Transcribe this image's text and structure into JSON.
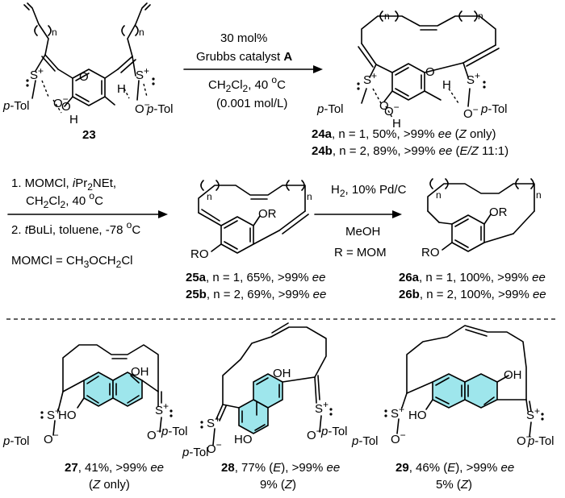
{
  "step1": {
    "reagent_line1": "30 mol%",
    "reagent_line2_prefix": "Grubbs catalyst ",
    "reagent_line2_catalyst": "A",
    "cond_solvent": "CH",
    "cond_sub2": "2",
    "cond_cl": "Cl",
    "cond_sub2b": "2",
    "cond_temp": ", 40 ",
    "cond_deg": "o",
    "cond_c": "C",
    "cond_conc": "(0.001 mol/L)"
  },
  "compound23": {
    "label": "23",
    "S": "S",
    "S_charge": "+",
    "O": "O",
    "O_charge": "−",
    "H": "H",
    "ptol": "p",
    "ptol_rest": "-Tol",
    "n": "n"
  },
  "compound24": {
    "O": "O",
    "H": "H",
    "S": "S",
    "n": "n",
    "ptol": "p",
    "ptol_rest": "-Tol",
    "line_a_id": "24a",
    "line_a_text": ", n = 1, 50%, >99% ",
    "line_a_ee": "ee",
    "line_a_tail1": " (",
    "line_a_z": "Z",
    "line_a_tail2": " only)",
    "line_b_id": "24b",
    "line_b_text": ", n = 2, 89%, >99% ",
    "line_b_ee": "ee",
    "line_b_tail1": " (",
    "line_b_ez": "E/Z",
    "line_b_tail2": " 11:1)"
  },
  "step2": {
    "l1_num": "1. MOMCl, ",
    "l1_ipr": "i",
    "l1_pr": "Pr",
    "l1_sub2": "2",
    "l1_net": "NEt,",
    "l2_ch": "CH",
    "l2_sub2": "2",
    "l2_cl": "Cl",
    "l2_sub2b": "2",
    "l2_temp": ", 40 ",
    "l2_deg": "o",
    "l2_c": "C",
    "l3_num": "2. ",
    "l3_t": "t",
    "l3_rest": "BuLi, toluene, -78 ",
    "l3_deg": "o",
    "l3_c": "C",
    "momcl_def": "MOMCl = CH",
    "momcl_sub3": "3",
    "momcl_och": "OCH",
    "momcl_sub2": "2",
    "momcl_cl": "Cl"
  },
  "compound25": {
    "OR": "OR",
    "RO": "RO",
    "n": "n",
    "line_a_id": "25a",
    "line_a_text": ", n = 1, 65%, >99% ",
    "line_a_ee": "ee",
    "line_b_id": "25b",
    "line_b_text": ", n = 2, 69%, >99% ",
    "line_b_ee": "ee"
  },
  "step3": {
    "h2": "H",
    "h2_sub": "2",
    "rest": ", 10% Pd/C",
    "solvent": "MeOH",
    "r_def": "R = MOM"
  },
  "compound26": {
    "OR": "OR",
    "RO": "RO",
    "n": "n",
    "line_a_id": "26a",
    "line_a_text": ", n = 1, 100%, >99% ",
    "line_a_ee": "ee",
    "line_b_id": "26b",
    "line_b_text": ", n = 2, 100%, >99% ",
    "line_b_ee": "ee"
  },
  "compound27": {
    "OH": "OH",
    "HO": "HO",
    "S": "S",
    "O": "O",
    "ptol": "p",
    "ptol_rest": "-Tol",
    "id": "27",
    "text": ", 41%, >99% ",
    "ee": "ee",
    "line2_open": "(",
    "line2_z": "Z",
    "line2_close": " only)"
  },
  "compound28": {
    "OH": "OH",
    "HO": "HO",
    "S": "S",
    "O": "O",
    "ptol": "p",
    "ptol_rest": "-Tol",
    "id": "28",
    "text": ", 77% (",
    "e": "E",
    "text2": "), >99% ",
    "ee": "ee",
    "line2_pct": "9% (",
    "line2_z": "Z",
    "line2_close": ")"
  },
  "compound29": {
    "OH": "OH",
    "HO": "HO",
    "S": "S",
    "O": "O",
    "ptol": "p",
    "ptol_rest": "-Tol",
    "id": "29",
    "text": ", 46% (",
    "e": "E",
    "text2": "), >99% ",
    "ee": "ee",
    "line2_pct": "5% (",
    "line2_z": "Z",
    "line2_close": ")"
  },
  "colors": {
    "aromatic_fill": "#9ee6ec",
    "ink": "#000000"
  }
}
